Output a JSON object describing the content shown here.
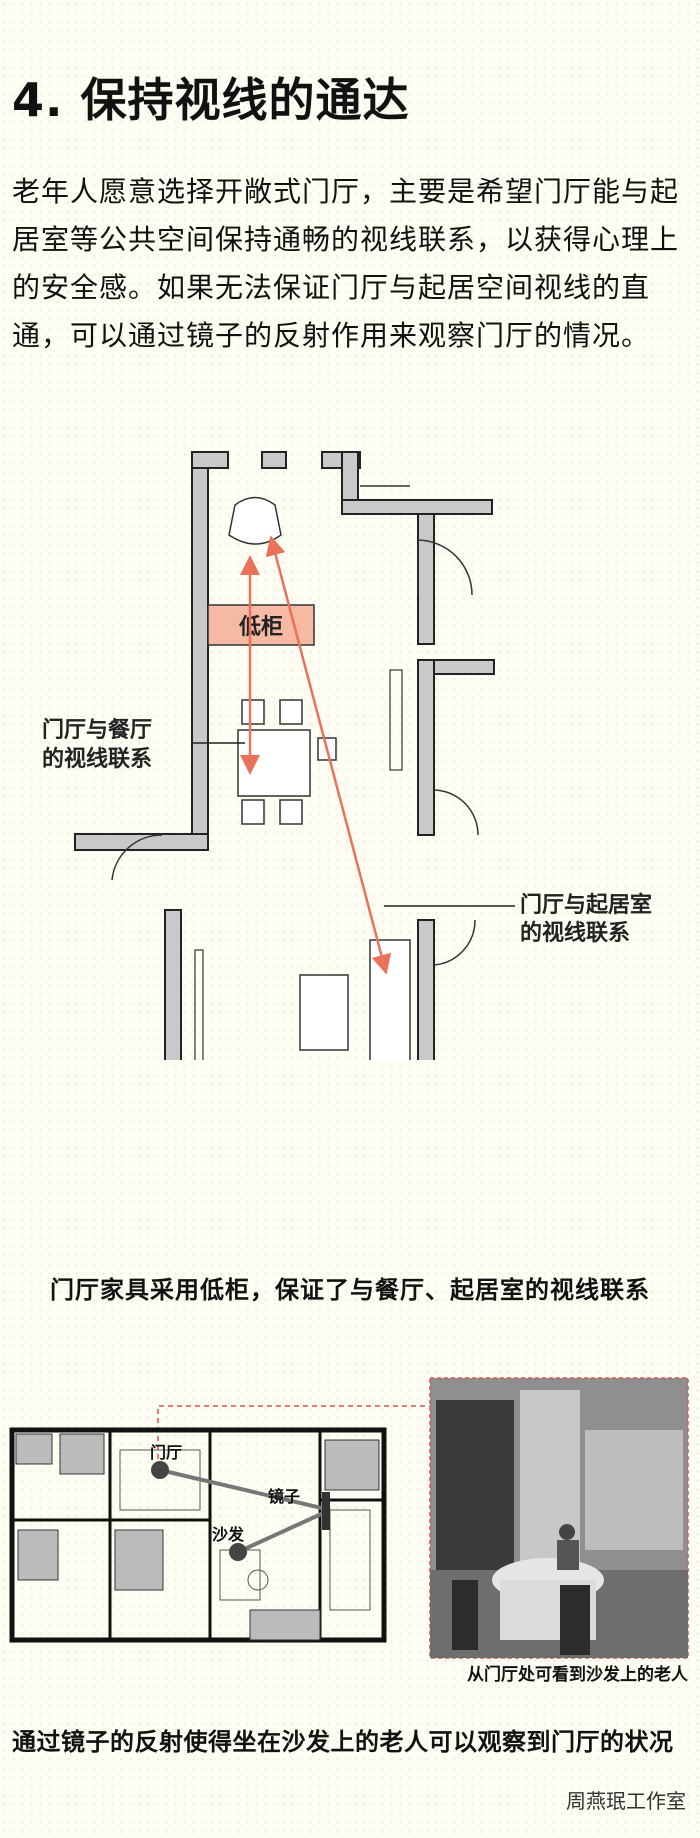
{
  "heading": "4. 保持视线的通达",
  "paragraph": "老年人愿意选择开敞式门厅，主要是希望门厅能与起居室等公共空间保持通畅的视线联系，以获得心理上的安全感。如果无法保证门厅与起居空间视线的直通，可以通过镜子的反射作用来观察门厅的情况。",
  "plan1": {
    "cabinet_label": "低柜",
    "label_dining_line1": "门厅与餐厅",
    "label_dining_line2": "的视线联系",
    "label_living_line1": "门厅与起居室",
    "label_living_line2": "的视线联系",
    "caption": "门厅家具采用低柜，保证了与餐厅、起居室的视线联系",
    "accent_color": "#e8735a",
    "cabinet_fill": "#f6b9a3"
  },
  "plan2": {
    "label_entry": "门厅",
    "label_mirror": "镜子",
    "label_sofa": "沙发",
    "photo_caption": "从门厅处可看到沙发上的老人",
    "caption": "通过镜子的反射使得坐在沙发上的老人可以观察到门厅的状况",
    "dash_color": "#d9534f"
  },
  "watermark": "周燕珉工作室"
}
